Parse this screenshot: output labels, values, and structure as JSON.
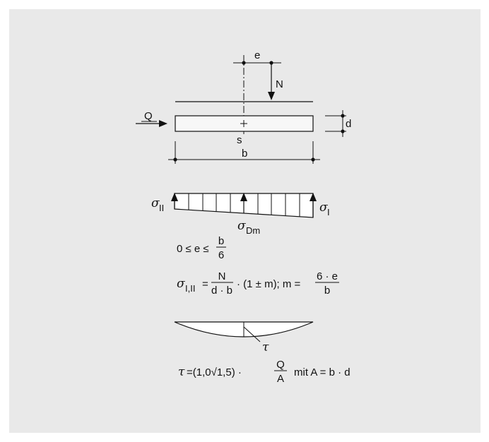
{
  "labels": {
    "e": "e",
    "N": "N",
    "Q": "Q",
    "d": "d",
    "s": "s",
    "b": "b",
    "sigma": "σ",
    "sigma_II_sub": "II",
    "sigma_I_sub": "I",
    "sigma_Dm_sub": "Dm",
    "tau": "τ"
  },
  "formulas": {
    "condition_left": "0 ≤ e ≤",
    "condition_num": "b",
    "condition_den": "6",
    "stress_sub": "I,II",
    "stress_eq": "=",
    "stress_num": "N",
    "stress_den": "d · b",
    "stress_mid": "· (1 ± m); m =",
    "m_num": "6 · e",
    "m_den": "b",
    "tau_left": "=(1,0√1,5)  ·",
    "tau_num": "Q",
    "tau_den": "A",
    "tau_right": "mit A = b · d"
  },
  "colors": {
    "background": "#e9e9e9",
    "plate_fill": "#f7f7f7",
    "line": "#111111"
  }
}
